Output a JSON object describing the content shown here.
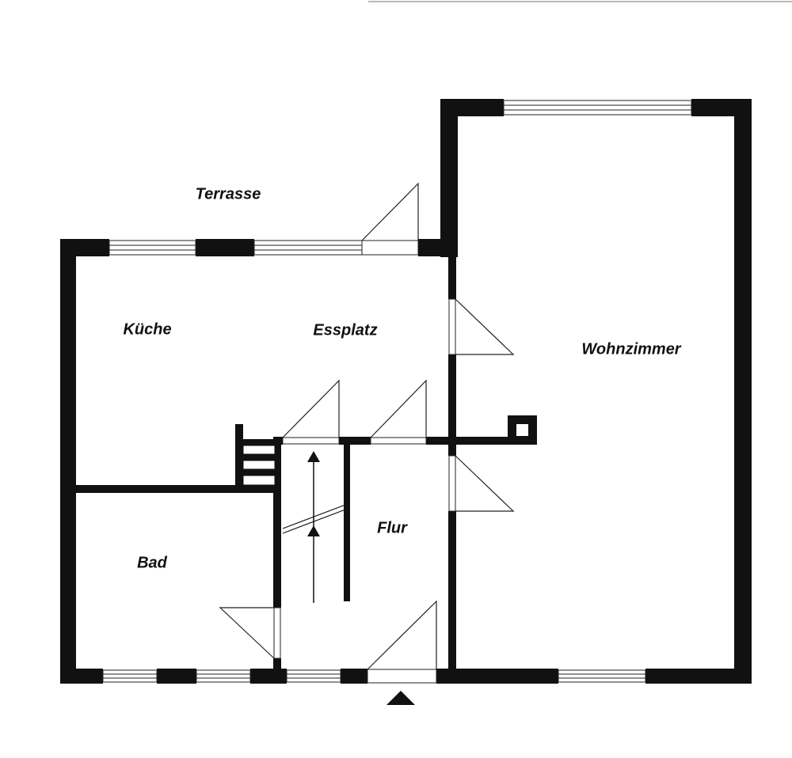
{
  "rooms": {
    "terrasse": "Terrasse",
    "kueche": "Küche",
    "essplatz": "Essplatz",
    "wohnzimmer": "Wohnzimmer",
    "bad": "Bad",
    "flur": "Flur"
  },
  "icons": {
    "entrance": "entrance-arrow-icon",
    "stairs_direction": "stair-arrow-icon",
    "chimney": "chimney-icon"
  },
  "colors": {
    "wall": "#111111",
    "background": "#ffffff"
  }
}
